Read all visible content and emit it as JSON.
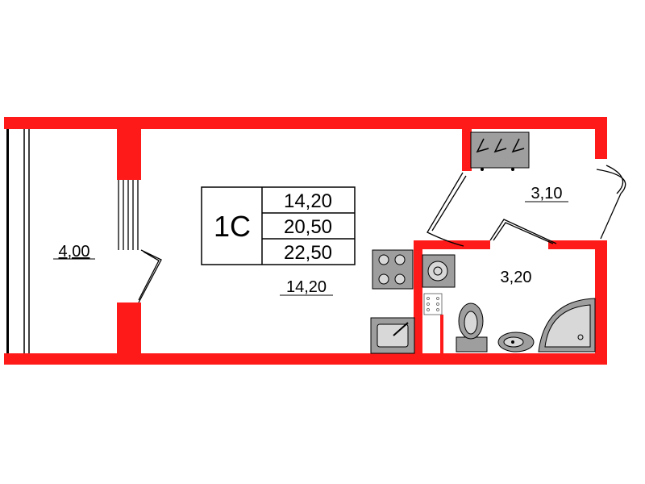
{
  "colors": {
    "wall": "#ff1a1a",
    "fixture_fill": "#9e9e9e",
    "fixture_light": "#d8d8d8",
    "line": "#000000"
  },
  "apartment": {
    "type_label": "1С",
    "areas": [
      "14,20",
      "20,50",
      "22,50"
    ]
  },
  "rooms": {
    "balcony": "4,00",
    "living": "14,20",
    "hallway": "3,10",
    "bathroom": "3,20"
  },
  "icons": {
    "wardrobe": "wardrobe-hangers-icon",
    "stove": "stove-icon",
    "sink": "kitchen-sink-icon",
    "washer": "washing-machine-icon",
    "toilet": "toilet-icon",
    "basin": "wash-basin-icon",
    "shower": "shower-cabin-icon",
    "boiler": "water-heater-icon"
  }
}
